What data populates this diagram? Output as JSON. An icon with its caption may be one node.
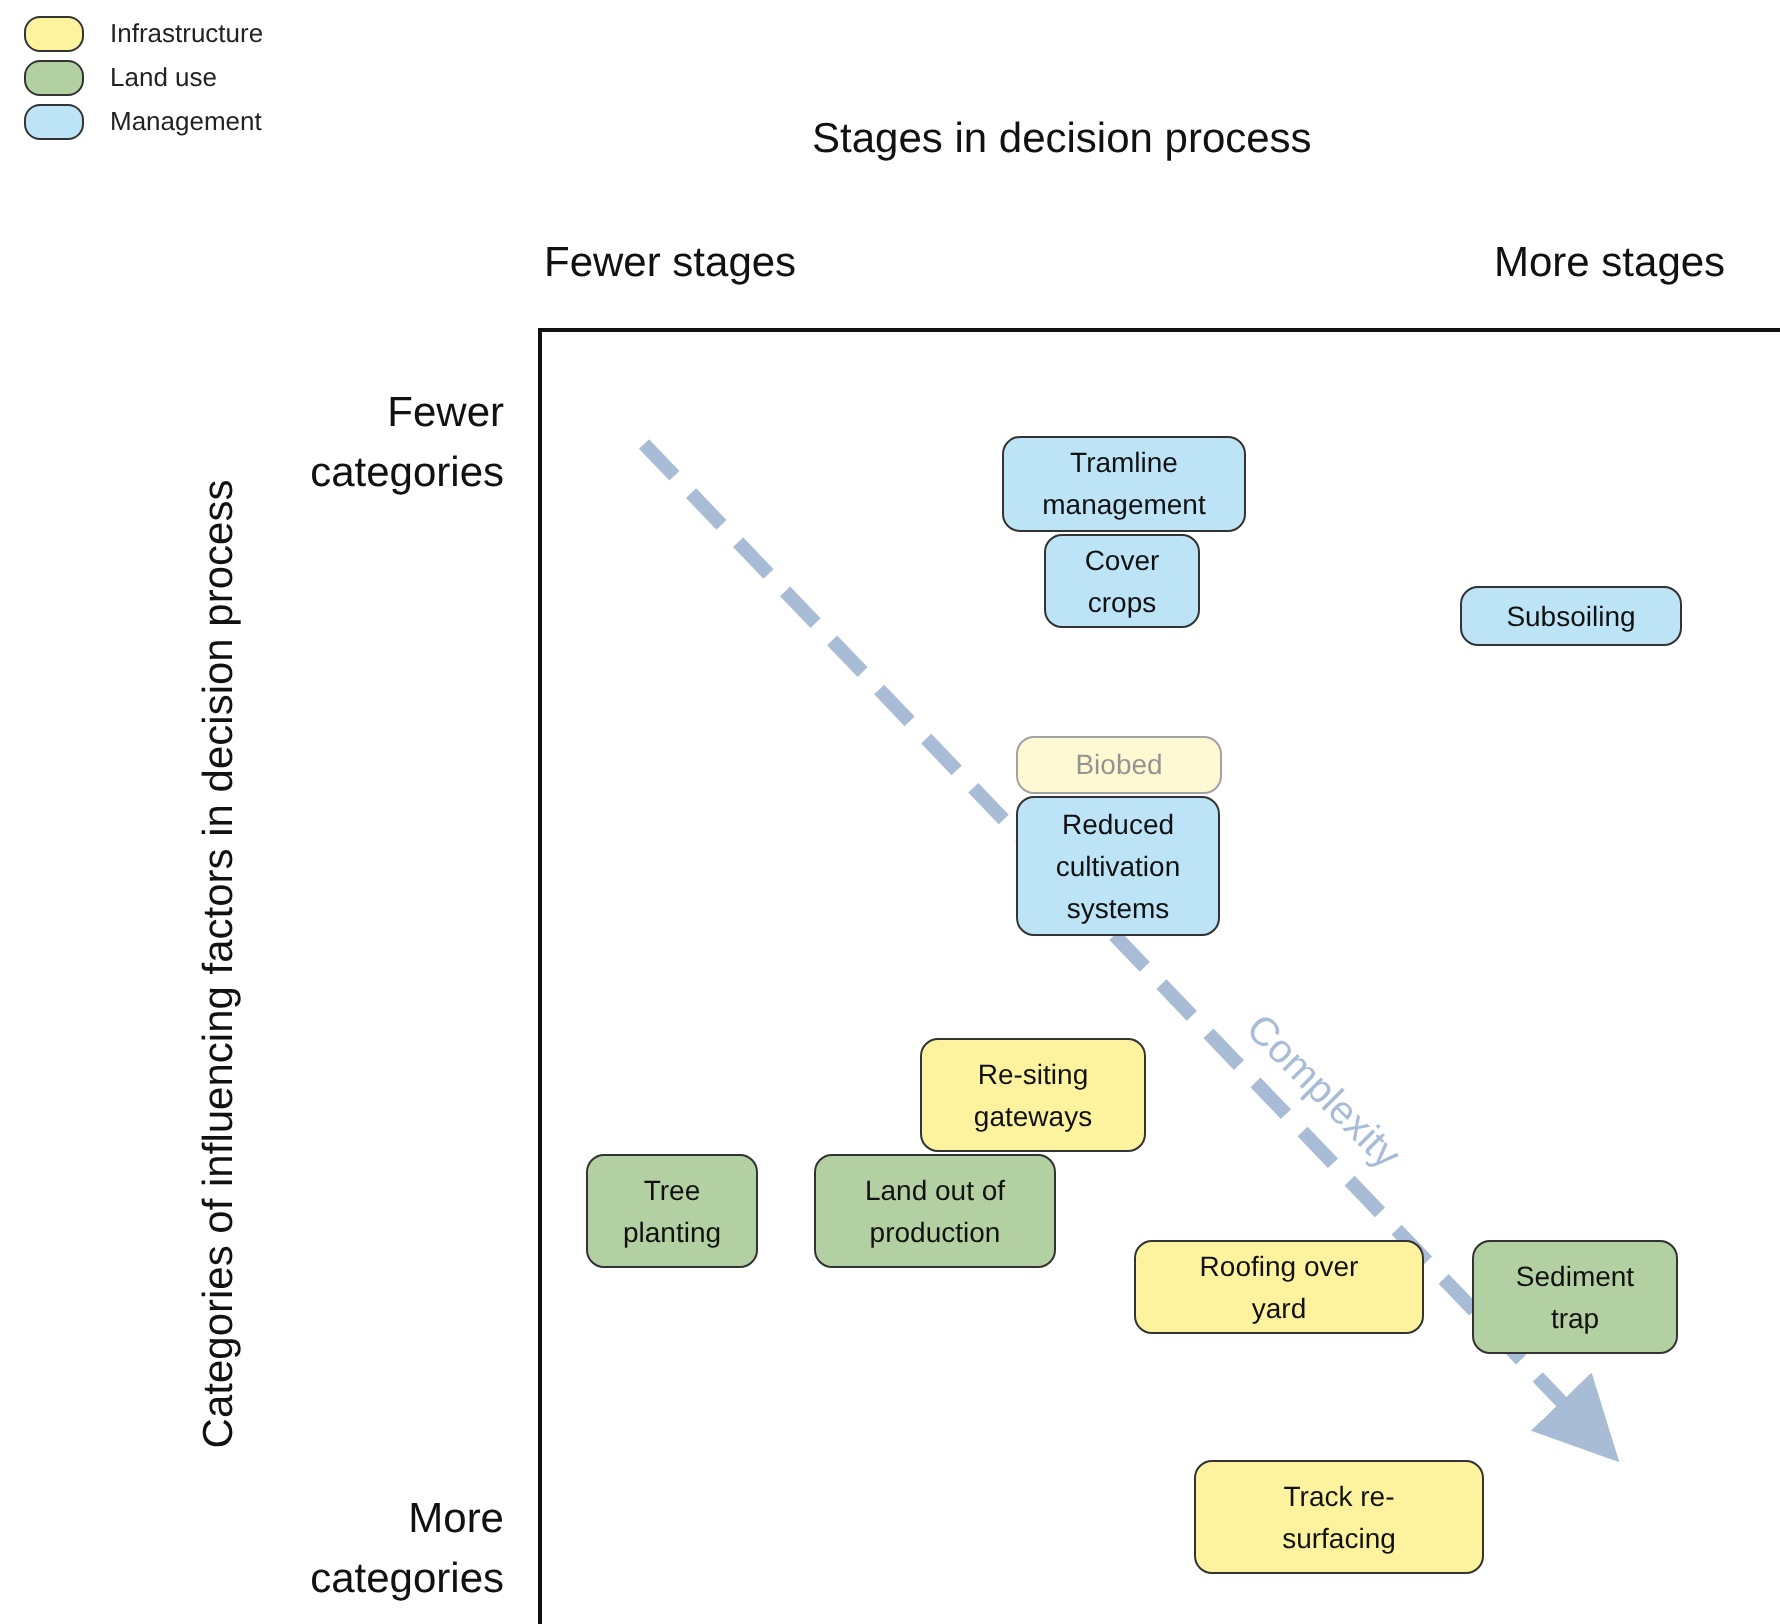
{
  "diagram": {
    "nodes": [
      {
        "text": [
          "Tramline management"
        ]
      },
      {
        "text": [
          "Cover crops"
        ]
      },
      {
        "text": [
          "Subsoiling"
        ]
      },
      {
        "text": [
          "Biobed"
        ]
      },
      {
        "text": [
          "Reduced cultivation systems"
        ]
      },
      {
        "text": [
          "Re-siting gateways"
        ]
      },
      {
        "text": [
          "Tree planting"
        ]
      },
      {
        "text": [
          "Land out of production"
        ]
      },
      {
        "text": [
          "Roofing over yard"
        ]
      },
      {
        "text": [
          "Sediment trap"
        ]
      },
      {
        "text": [
          "Track re-surfacing"
        ]
      }
    ],
    "edges": [],
    "labels": [
      "Stages in decision process",
      "Fewer stages",
      "More stages",
      "Categories of influencing factors in decision process",
      "Fewer categories",
      "More categories",
      "Complexity"
    ],
    "legend": [
      {
        "text": "Infrastructure",
        "color": "#fdf39f"
      },
      {
        "text": "Land use",
        "color": "#b3d0a2"
      },
      {
        "text": "Management",
        "color": "#bde3f6"
      }
    ]
  }
}
